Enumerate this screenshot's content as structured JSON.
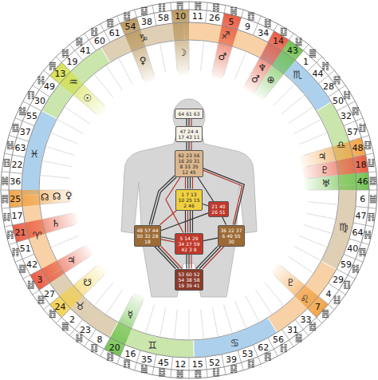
{
  "diagram": {
    "nodes": [
      {
        "text": [
          "64",
          "61",
          "63"
        ]
      },
      {
        "text": [
          "47",
          "24",
          "4",
          "17",
          "43",
          "11"
        ]
      },
      {
        "text": [
          "62",
          "23",
          "56",
          "16",
          "20",
          "31",
          "8",
          "33",
          "35",
          "12",
          "45"
        ]
      },
      {
        "text": [
          "1",
          "7",
          "13",
          "10",
          "25",
          "15",
          "2",
          "46"
        ]
      },
      {
        "text": [
          "21",
          "40",
          "26",
          "51"
        ]
      },
      {
        "text": [
          "48",
          "57",
          "44",
          "50",
          "32",
          "28",
          "18"
        ]
      },
      {
        "text": [
          "5",
          "14",
          "29",
          "34",
          "27",
          "59",
          "42",
          "3",
          "9"
        ]
      },
      {
        "text": [
          "36",
          "22",
          "37",
          "6",
          "49",
          "55",
          "30"
        ]
      },
      {
        "text": [
          "53",
          "60",
          "52",
          "54",
          "38",
          "58",
          "19",
          "39",
          "41"
        ]
      }
    ],
    "edges": [
      {
        "from": 0,
        "to": 1,
        "arrow": "none"
      },
      {
        "from": 0,
        "to": 1,
        "arrow": "none"
      },
      {
        "from": 0,
        "to": 1,
        "arrow": "none"
      },
      {
        "from": 1,
        "to": 2,
        "arrow": "none"
      },
      {
        "from": 1,
        "to": 2,
        "arrow": "none"
      },
      {
        "from": 1,
        "to": 2,
        "arrow": "none"
      },
      {
        "from": 2,
        "to": 3,
        "arrow": "none"
      },
      {
        "from": 2,
        "to": 3,
        "arrow": "none"
      },
      {
        "from": 2,
        "to": 3,
        "arrow": "none"
      },
      {
        "from": 2,
        "to": 3,
        "arrow": "none"
      },
      {
        "from": 2,
        "to": 5,
        "arrow": "none"
      },
      {
        "from": 2,
        "to": 5,
        "arrow": "none"
      },
      {
        "from": 2,
        "to": 6,
        "arrow": "none"
      },
      {
        "from": 2,
        "to": 4,
        "arrow": "none"
      },
      {
        "from": 2,
        "to": 7,
        "arrow": "none"
      },
      {
        "from": 2,
        "to": 7,
        "arrow": "none"
      },
      {
        "from": 3,
        "to": 6,
        "arrow": "none"
      },
      {
        "from": 3,
        "to": 6,
        "arrow": "none"
      },
      {
        "from": 3,
        "to": 6,
        "arrow": "none"
      },
      {
        "from": 3,
        "to": 6,
        "arrow": "none"
      },
      {
        "from": 3,
        "to": 4,
        "arrow": "none"
      },
      {
        "from": 3,
        "to": 5,
        "arrow": "none"
      },
      {
        "from": 4,
        "to": 5,
        "arrow": "none"
      },
      {
        "from": 4,
        "to": 7,
        "arrow": "none"
      },
      {
        "from": 6,
        "to": 5,
        "arrow": "none"
      },
      {
        "from": 6,
        "to": 5,
        "arrow": "none"
      },
      {
        "from": 6,
        "to": 7,
        "arrow": "none"
      },
      {
        "from": 6,
        "to": 8,
        "arrow": "none"
      },
      {
        "from": 6,
        "to": 8,
        "arrow": "none"
      },
      {
        "from": 6,
        "to": 8,
        "arrow": "none"
      },
      {
        "from": 5,
        "to": 8,
        "arrow": "none"
      },
      {
        "from": 5,
        "to": 8,
        "arrow": "none"
      },
      {
        "from": 5,
        "to": 8,
        "arrow": "none"
      },
      {
        "from": 7,
        "to": 8,
        "arrow": "none"
      },
      {
        "from": 7,
        "to": 8,
        "arrow": "none"
      },
      {
        "from": 7,
        "to": 8,
        "arrow": "none"
      }
    ],
    "labels": [
      "60",
      "61",
      "54",
      "38",
      "58",
      "10",
      "11",
      "26",
      "5",
      "9",
      "34",
      "14",
      "43",
      "1",
      "44",
      "28",
      "50",
      "32",
      "57",
      "48",
      "18",
      "46",
      "6",
      "47",
      "64",
      "40",
      "59",
      "29",
      "4",
      "7",
      "33",
      "31",
      "56",
      "62",
      "53",
      "39",
      "52",
      "15",
      "12",
      "45",
      "35",
      "16",
      "20",
      "8",
      "23",
      "2",
      "24",
      "27",
      "3",
      "42",
      "51",
      "21",
      "17",
      "25",
      "36",
      "22",
      "63",
      "37",
      "55",
      "30",
      "49",
      "13",
      "19",
      "41",
      "♑",
      "♐",
      "♏",
      "♎",
      "♍",
      "♌",
      "♋",
      "♊",
      "♉",
      "♈",
      "♓",
      "♒",
      "♀",
      "☽",
      "♂",
      "♆",
      "♂",
      "⊕",
      "♃",
      "♇",
      "♅",
      "♇",
      "☿",
      "☋",
      "♃",
      "♄",
      "☊",
      "☊",
      "♀",
      "☉"
    ]
  }
}
